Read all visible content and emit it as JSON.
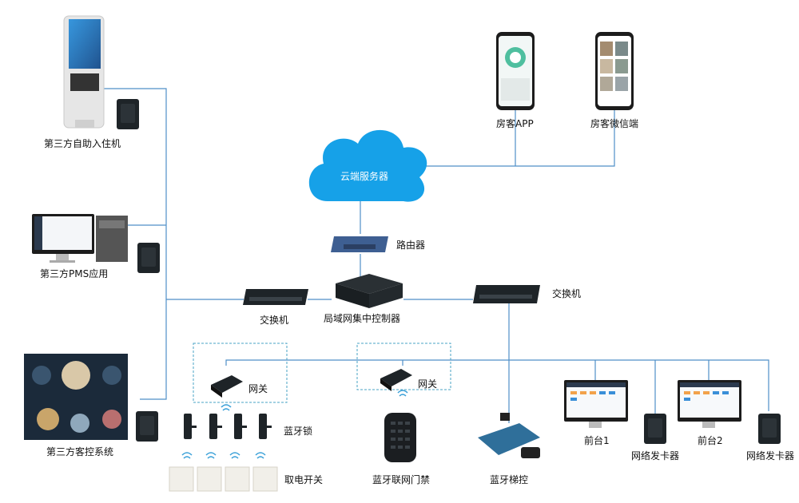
{
  "nodes": {
    "kiosk": "第三方自助入住机",
    "pms": "第三方PMS应用",
    "room_control": "第三方客控系统",
    "guest_app": "房客APP",
    "guest_wechat": "房客微信端",
    "cloud": "云端服务器",
    "router": "路由器",
    "switch_left": "交换机",
    "controller": "局域网集中控制器",
    "switch_right": "交换机",
    "gateway_1": "网关",
    "gateway_2": "网关",
    "bt_lock": "蓝牙锁",
    "power_switch": "取电开关",
    "bt_access": "蓝牙联网门禁",
    "bt_elevator": "蓝牙梯控",
    "front_desk_1": "前台1",
    "card_issuer_1": "网络发卡器",
    "front_desk_2": "前台2",
    "card_issuer_2": "网络发卡器"
  },
  "colors": {
    "line": "#4f8fc8",
    "cloud": "#1aa3e6",
    "dashed_box": "#4aa3c4",
    "device_dark": "#1e2428",
    "router_blue": "#3e5f92"
  }
}
